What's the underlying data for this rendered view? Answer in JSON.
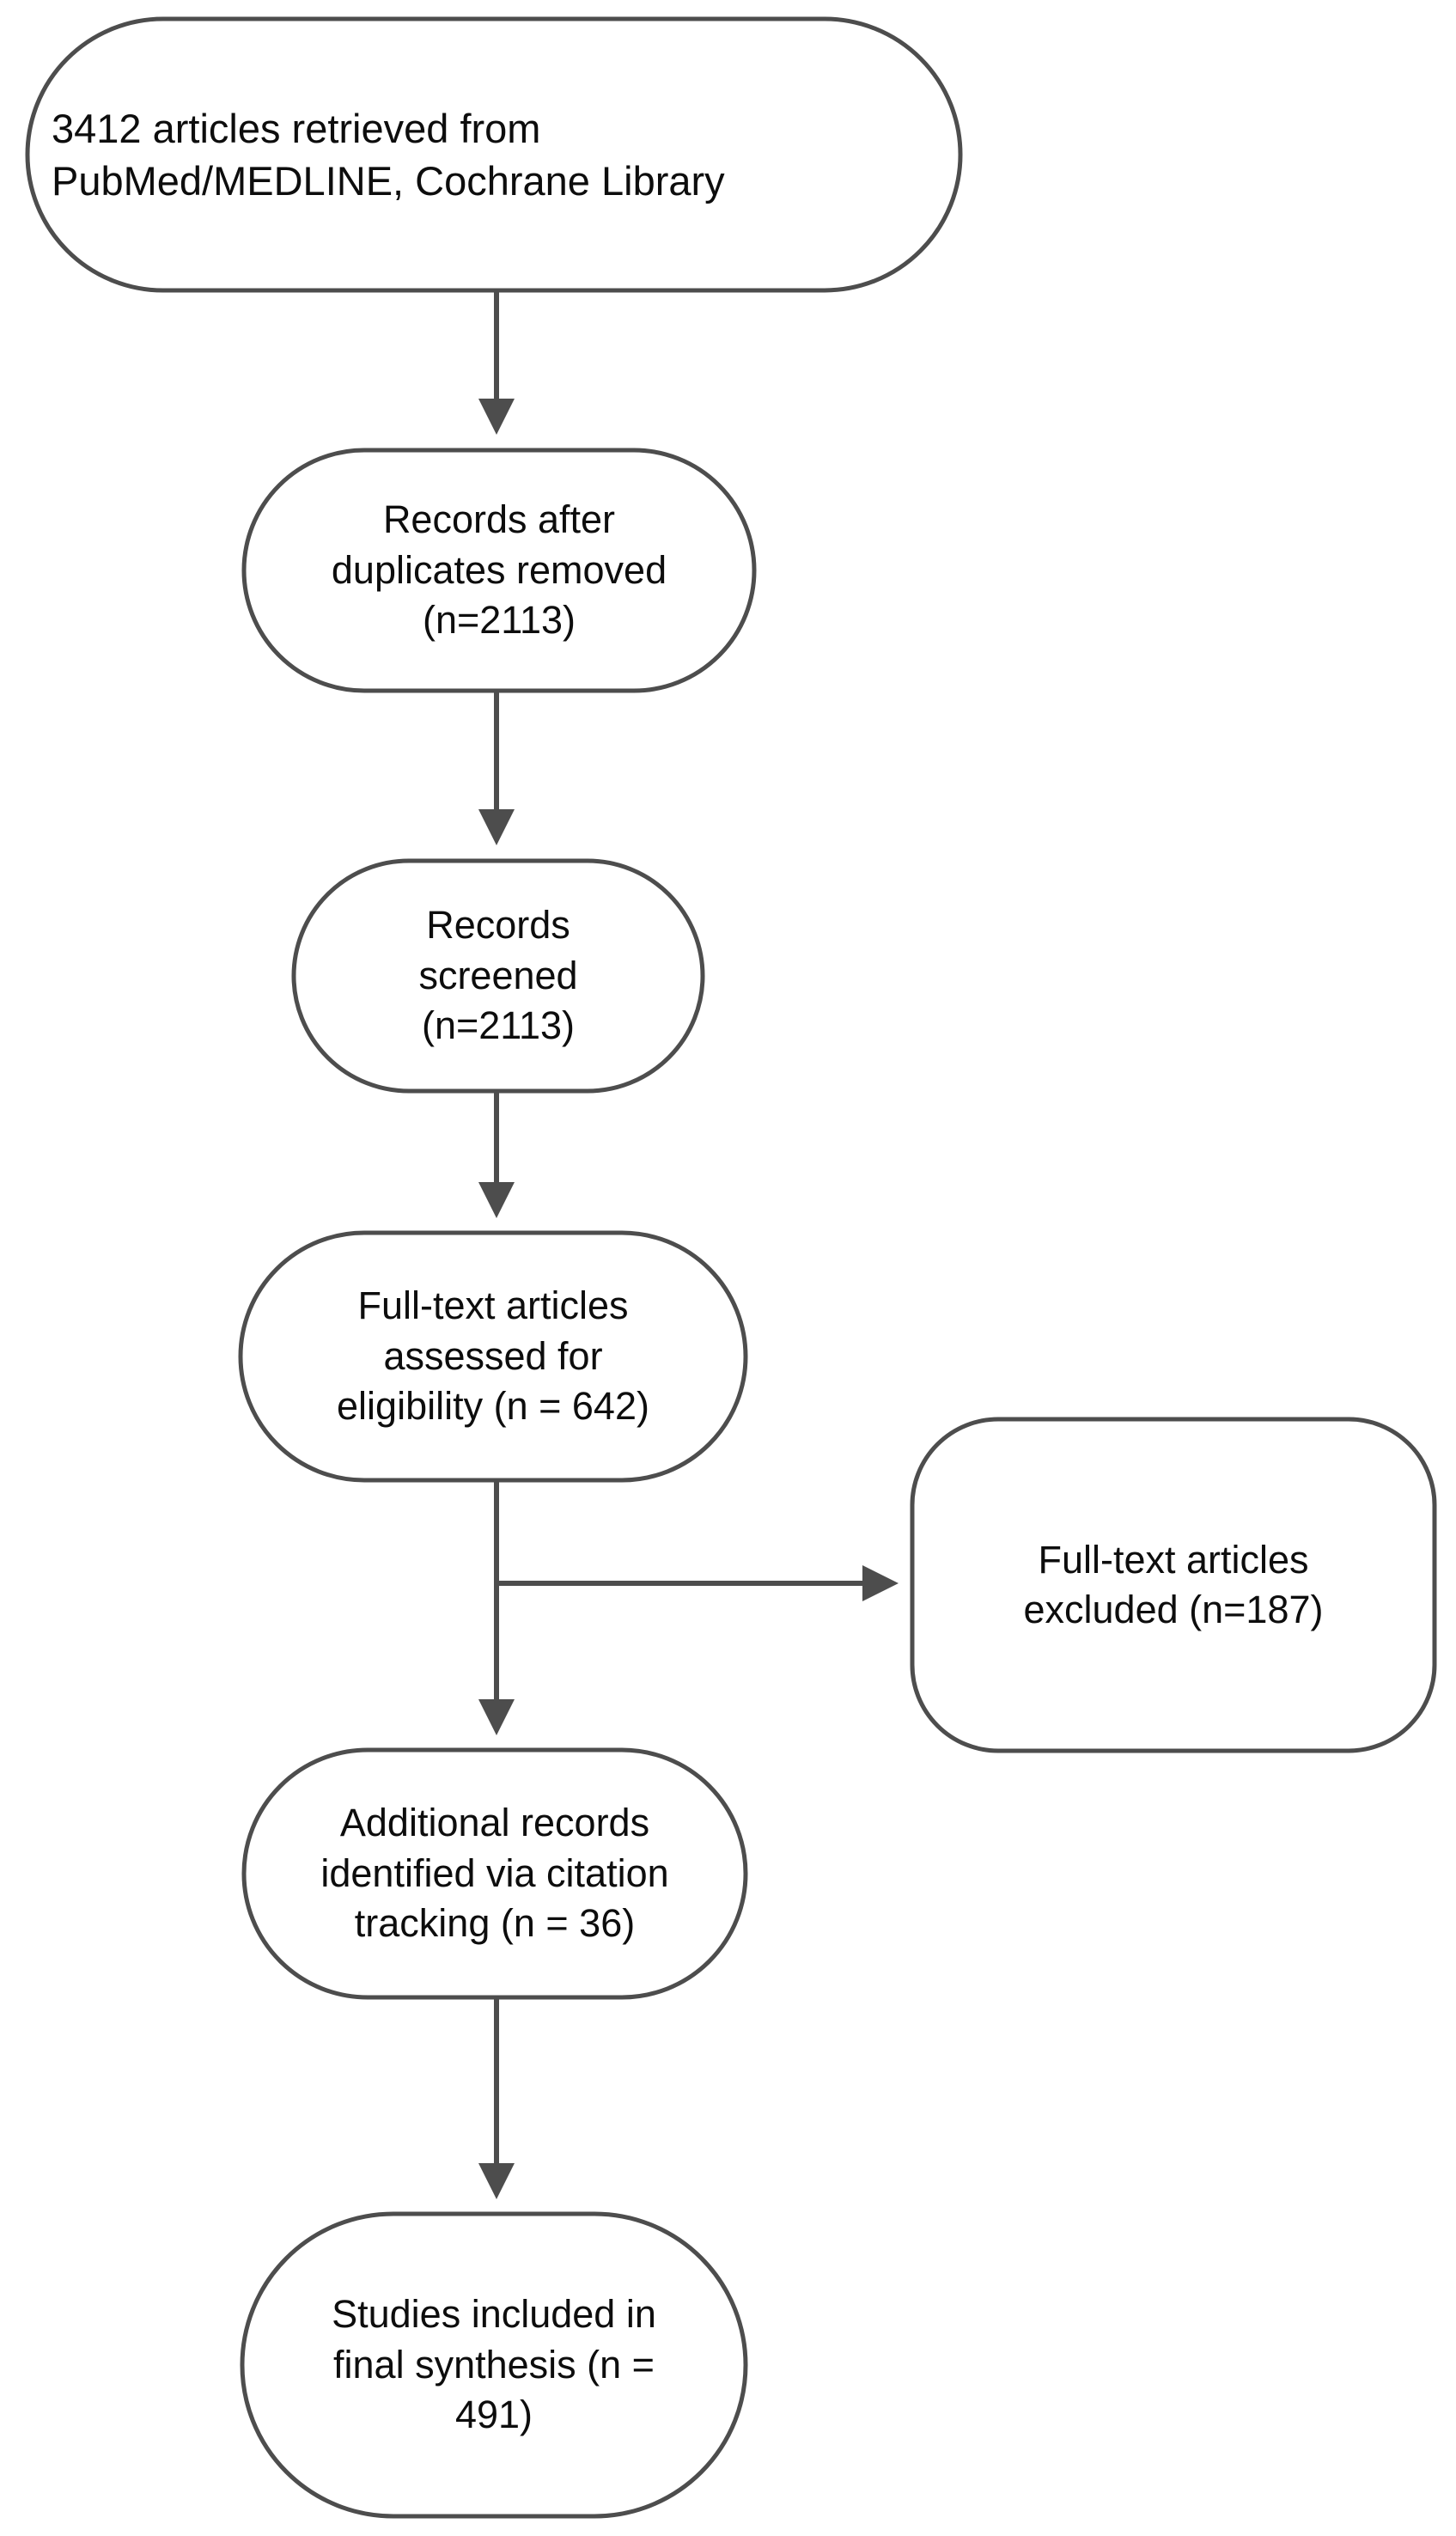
{
  "diagram": {
    "type": "prisma-flow-diagram",
    "orientation": "vertical",
    "style": {
      "node_shape": "rounded-rectangle",
      "node_fill": "#ffffff",
      "node_stroke": "#4d4d4d",
      "node_stroke_width": 5,
      "connector_color": "#4d4d4d",
      "text_color": "#0d0d0d",
      "background": "#ffffff"
    },
    "nodes": [
      {
        "id": "source",
        "name": "records-identified",
        "text": "3412 articles retrieved from\nPubMed/MEDLINE, Cochrane Library",
        "count": 3412
      },
      {
        "id": "dedup",
        "name": "records-after-duplicates-removed",
        "text": "Records after\nduplicates removed\n(n=2113)",
        "count": 2113
      },
      {
        "id": "screened",
        "name": "records-screened",
        "text": "Records\nscreened\n(n=2113)",
        "count": 2113
      },
      {
        "id": "fulltext",
        "name": "full-text-assessed",
        "text": "Full-text articles\nassessed for\neligibility (n = 642)",
        "count": 642
      },
      {
        "id": "excluded",
        "name": "full-text-excluded",
        "text": "Full-text articles\nexcluded (n=187)",
        "count": 187
      },
      {
        "id": "citation",
        "name": "additional-records-citation-tracking",
        "text": "Additional records\nidentified via citation\ntracking (n = 36)",
        "count": 36
      },
      {
        "id": "included",
        "name": "studies-included-final-synthesis",
        "text": "Studies included in\nfinal synthesis (n =\n491)",
        "count": 491
      }
    ],
    "edges": [
      {
        "from": "source",
        "to": "dedup",
        "direction": "down"
      },
      {
        "from": "dedup",
        "to": "screened",
        "direction": "down"
      },
      {
        "from": "screened",
        "to": "fulltext",
        "direction": "down"
      },
      {
        "from": "fulltext",
        "to": "citation",
        "direction": "down"
      },
      {
        "from": "fulltext",
        "to": "excluded",
        "direction": "right"
      },
      {
        "from": "citation",
        "to": "included",
        "direction": "down"
      }
    ]
  }
}
